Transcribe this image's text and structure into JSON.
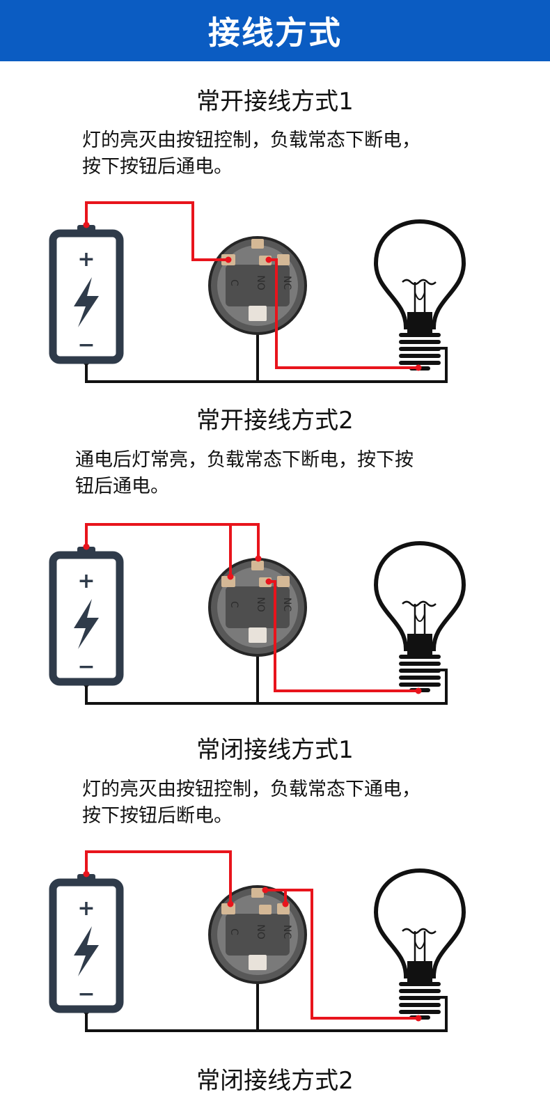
{
  "header": {
    "title": "接线方式"
  },
  "sections": [
    {
      "title": "常开接线方式1",
      "desc_lines": [
        "灯的亮灭由按钮控制，负载常态下断电，",
        "按下按钮后通电。"
      ]
    },
    {
      "title": "常开接线方式2",
      "desc_lines": [
        "通电后灯常亮，负载常态下断电，按下按",
        "钮后通电。"
      ]
    },
    {
      "title": "常闭接线方式1",
      "desc_lines": [
        "灯的亮灭由按钮控制，负载常态下通电，",
        "按下按钮后断电。"
      ]
    },
    {
      "title": "常闭接线方式2"
    }
  ],
  "switch_labels": {
    "c": "C",
    "no": "NO",
    "nc": "NC"
  },
  "battery_labels": {
    "plus": "+",
    "minus": "−"
  },
  "colors": {
    "header_bg": "#0b5cc2",
    "wire_red": "#e8141c",
    "wire_black": "#111111",
    "battery": "#2f3b4a",
    "switch_body": "#6e6e6e"
  }
}
